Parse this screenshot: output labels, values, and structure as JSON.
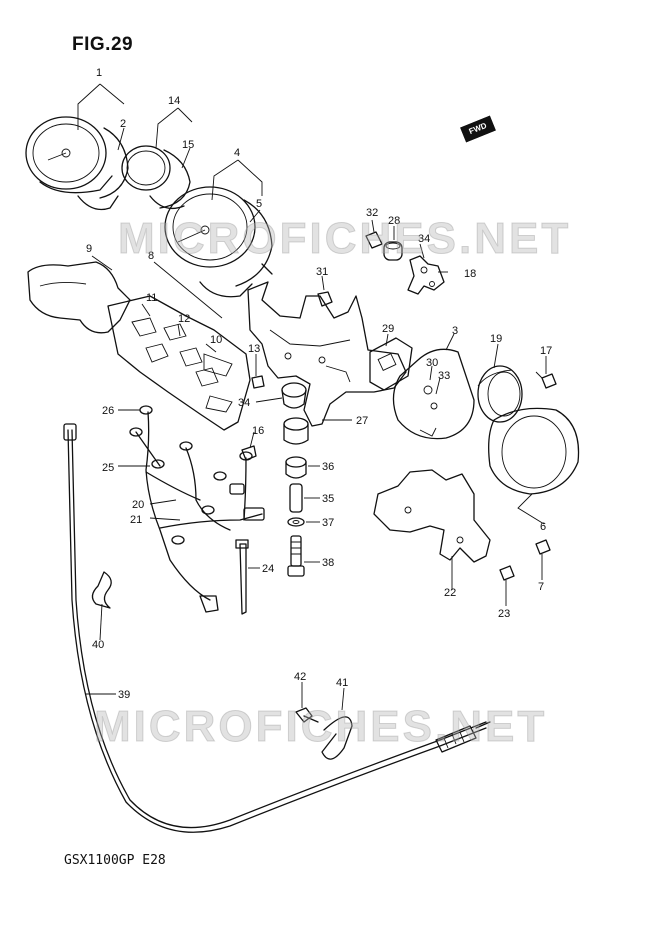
{
  "figure": {
    "title": "FIG.29",
    "model_code": "GSX1100GP  E28",
    "watermark": "MICROFICHES.NET",
    "direction_badge": "FWD"
  },
  "parts": [
    {
      "id": "p1",
      "label": "1"
    },
    {
      "id": "p2",
      "label": "2"
    },
    {
      "id": "p3",
      "label": "3"
    },
    {
      "id": "p4",
      "label": "4"
    },
    {
      "id": "p5",
      "label": "5"
    },
    {
      "id": "p6",
      "label": "6"
    },
    {
      "id": "p7",
      "label": "7"
    },
    {
      "id": "p8",
      "label": "8"
    },
    {
      "id": "p9",
      "label": "9"
    },
    {
      "id": "p10",
      "label": "10"
    },
    {
      "id": "p11",
      "label": "11"
    },
    {
      "id": "p12",
      "label": "12"
    },
    {
      "id": "p13",
      "label": "13"
    },
    {
      "id": "p14",
      "label": "14"
    },
    {
      "id": "p15",
      "label": "15"
    },
    {
      "id": "p16",
      "label": "16"
    },
    {
      "id": "p17",
      "label": "17"
    },
    {
      "id": "p18",
      "label": "18"
    },
    {
      "id": "p19",
      "label": "19"
    },
    {
      "id": "p20",
      "label": "20"
    },
    {
      "id": "p21",
      "label": "21"
    },
    {
      "id": "p22",
      "label": "22"
    },
    {
      "id": "p23",
      "label": "23"
    },
    {
      "id": "p24",
      "label": "24"
    },
    {
      "id": "p25",
      "label": "25"
    },
    {
      "id": "p26",
      "label": "26"
    },
    {
      "id": "p27",
      "label": "27"
    },
    {
      "id": "p28",
      "label": "28"
    },
    {
      "id": "p29",
      "label": "29"
    },
    {
      "id": "p30",
      "label": "30"
    },
    {
      "id": "p31",
      "label": "31"
    },
    {
      "id": "p32",
      "label": "32"
    },
    {
      "id": "p33",
      "label": "33"
    },
    {
      "id": "p34a",
      "label": "34"
    },
    {
      "id": "p34b",
      "label": "34"
    },
    {
      "id": "p35",
      "label": "35"
    },
    {
      "id": "p36",
      "label": "36"
    },
    {
      "id": "p37",
      "label": "37"
    },
    {
      "id": "p38",
      "label": "38"
    },
    {
      "id": "p39",
      "label": "39"
    },
    {
      "id": "p40",
      "label": "40"
    },
    {
      "id": "p41",
      "label": "41"
    },
    {
      "id": "p42",
      "label": "42"
    }
  ]
}
